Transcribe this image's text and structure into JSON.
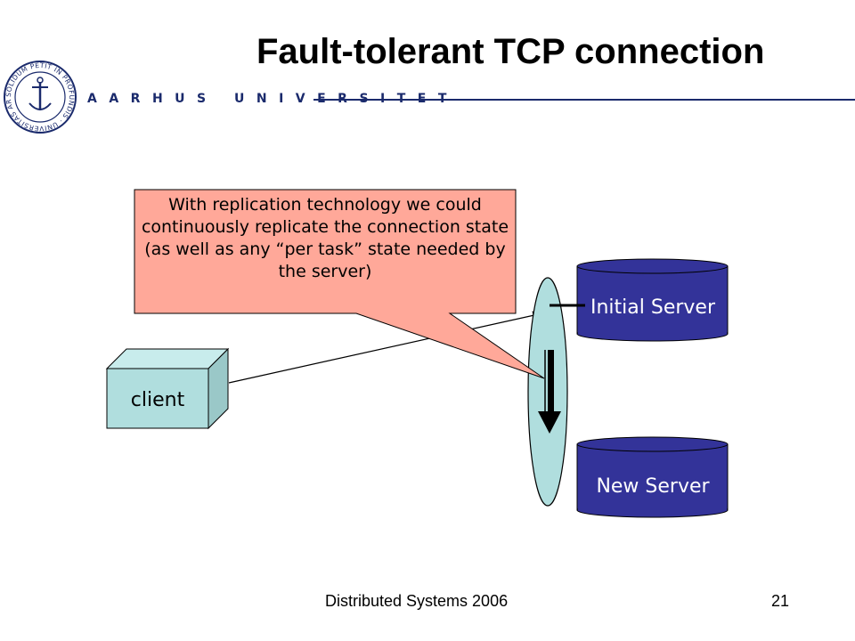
{
  "slide": {
    "title": "Fault-tolerant TCP connection",
    "university": "AARHUS UNIVERSITET",
    "seal_text": "SOLIDUM PETIT IN PROFUNDIS · UNIVERSITAS ARHUSIENSIS",
    "footer_left": "Distributed Systems 2006",
    "page_number": "21"
  },
  "diagram": {
    "client_label": "client",
    "initial_server_label": "Initial Server",
    "new_server_label": "New Server",
    "callout_text": "With replication technology we could continuously replicate the connection state (as well as any “per task” state needed by the server)",
    "colors": {
      "client_fill": "#b0dede",
      "server_fill": "#333399",
      "ellipse_fill": "#b0dede",
      "callout_fill": "#ffa899",
      "brand": "#1a2a6c"
    }
  }
}
